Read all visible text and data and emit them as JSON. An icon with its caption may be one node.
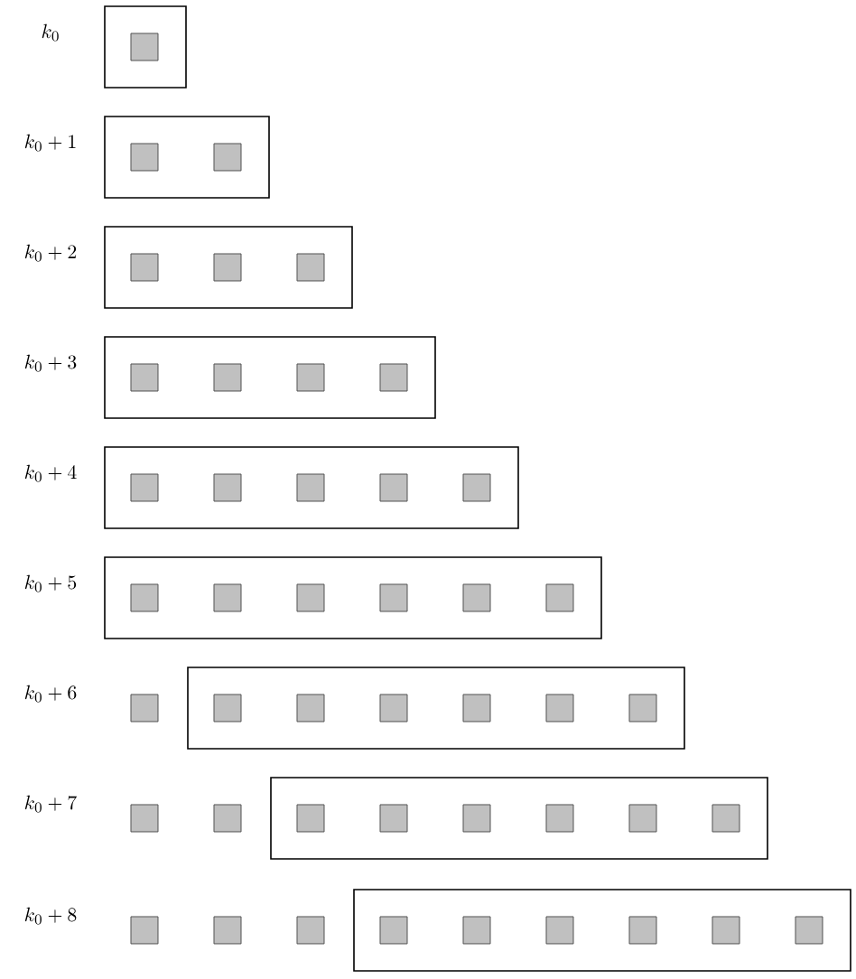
{
  "diagram": {
    "nodes": [
      {
        "text": [],
        "shape": "box"
      },
      {
        "text": [],
        "shape": "box",
        "in": 0
      },
      {
        "text": [],
        "shape": "box"
      },
      {
        "text": [],
        "shape": "box",
        "in": 2
      },
      {
        "text": [],
        "shape": "box",
        "in": 2
      },
      {
        "text": [],
        "shape": "box"
      },
      {
        "text": [],
        "shape": "box",
        "in": 5
      },
      {
        "text": [],
        "shape": "box",
        "in": 5
      },
      {
        "text": [],
        "shape": "box",
        "in": 5
      },
      {
        "text": [],
        "shape": "box"
      },
      {
        "text": [],
        "shape": "box",
        "in": 9
      },
      {
        "text": [],
        "shape": "box",
        "in": 9
      },
      {
        "text": [],
        "shape": "box",
        "in": 9
      },
      {
        "text": [],
        "shape": "box",
        "in": 9
      },
      {
        "text": [],
        "shape": "box"
      },
      {
        "text": [],
        "shape": "box",
        "in": 14
      },
      {
        "text": [],
        "shape": "box",
        "in": 14
      },
      {
        "text": [],
        "shape": "box",
        "in": 14
      },
      {
        "text": [],
        "shape": "box",
        "in": 14
      },
      {
        "text": [],
        "shape": "box",
        "in": 14
      },
      {
        "text": [],
        "shape": "box"
      },
      {
        "text": [],
        "shape": "box",
        "in": 20
      },
      {
        "text": [],
        "shape": "box",
        "in": 20
      },
      {
        "text": [],
        "shape": "box",
        "in": 20
      },
      {
        "text": [],
        "shape": "box",
        "in": 20
      },
      {
        "text": [],
        "shape": "box",
        "in": 20
      },
      {
        "text": [],
        "shape": "box",
        "in": 20
      },
      {
        "text": [],
        "shape": "box"
      },
      {
        "text": [],
        "shape": "box"
      },
      {
        "text": [],
        "shape": "box",
        "in": 28
      },
      {
        "text": [],
        "shape": "box",
        "in": 28
      },
      {
        "text": [],
        "shape": "box",
        "in": 28
      },
      {
        "text": [],
        "shape": "box",
        "in": 28
      },
      {
        "text": [],
        "shape": "box",
        "in": 28
      },
      {
        "text": [],
        "shape": "box",
        "in": 28
      },
      {
        "text": [],
        "shape": "box"
      },
      {
        "text": [],
        "shape": "box"
      },
      {
        "text": [],
        "shape": "box"
      },
      {
        "text": [],
        "shape": "box",
        "in": 37
      },
      {
        "text": [],
        "shape": "box",
        "in": 37
      },
      {
        "text": [],
        "shape": "box",
        "in": 37
      },
      {
        "text": [],
        "shape": "box",
        "in": 37
      },
      {
        "text": [],
        "shape": "box",
        "in": 37
      },
      {
        "text": [],
        "shape": "box",
        "in": 37
      },
      {
        "text": [],
        "shape": "box"
      },
      {
        "text": [],
        "shape": "box"
      },
      {
        "text": [],
        "shape": "box"
      },
      {
        "text": [],
        "shape": "box"
      },
      {
        "text": [],
        "shape": "box",
        "in": 47
      },
      {
        "text": [],
        "shape": "box",
        "in": 47
      },
      {
        "text": [],
        "shape": "box",
        "in": 47
      },
      {
        "text": [],
        "shape": "box",
        "in": 47
      },
      {
        "text": [],
        "shape": "box",
        "in": 47
      },
      {
        "text": [],
        "shape": "box",
        "in": 47
      }
    ],
    "labels": [
      "k_0",
      "k_0+1",
      "k_0+2",
      "k_0+3",
      "k_0+4",
      "k_0+5",
      "k_0+6",
      "k_0+7",
      "k_0+8"
    ]
  }
}
